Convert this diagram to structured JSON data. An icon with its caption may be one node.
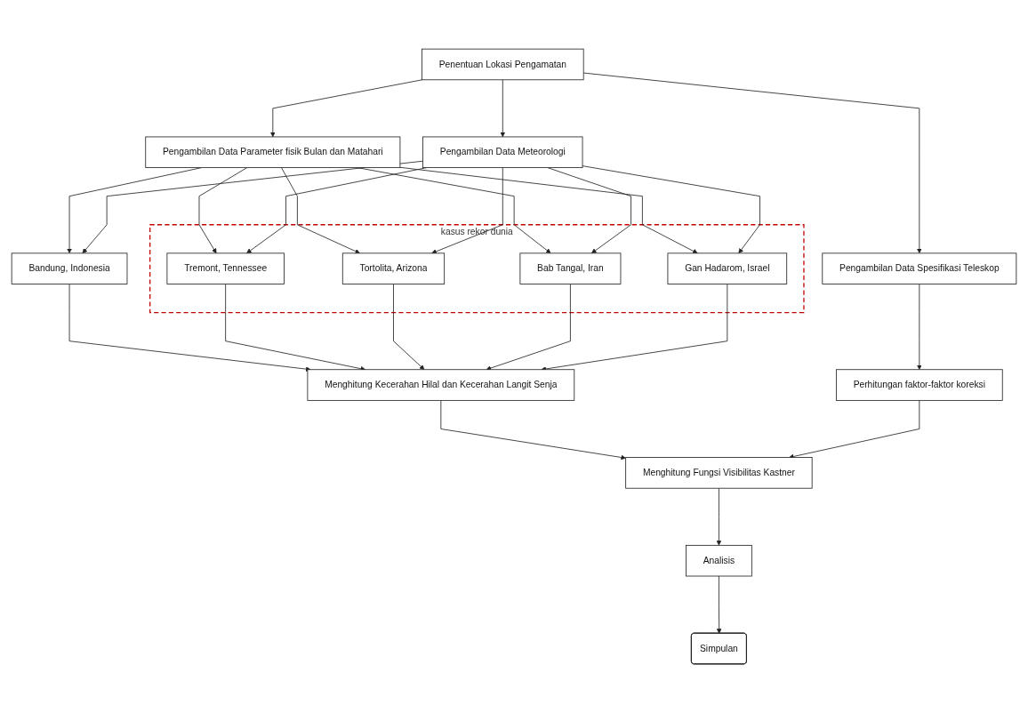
{
  "diagram": {
    "nodes": [
      {
        "text": [
          "Penentuan Lokasi Pengamatan"
        ]
      },
      {
        "text": [
          "Pengambilan Data Parameter fisik Bulan dan Matahari"
        ]
      },
      {
        "text": [
          "Pengambilan Data Meteorologi"
        ]
      },
      {
        "text": [
          "Pengambilan Data Spesifikasi Teleskop"
        ]
      },
      {
        "text": [
          "Bandung, Indonesia"
        ]
      },
      {
        "text": [
          "kasus rekor dunia"
        ]
      },
      {
        "text": [
          "Tremont, Tennessee"
        ],
        "in": 5
      },
      {
        "text": [
          "Tortolita, Arizona"
        ],
        "in": 5
      },
      {
        "text": [
          "Bab Tangal, Iran"
        ],
        "in": 5
      },
      {
        "text": [
          "Gan Hadarom, Israel"
        ],
        "in": 5
      },
      {
        "text": [
          "Menghitung Kecerahan Hilal dan Kecerahan Langit Senja"
        ]
      },
      {
        "text": [
          "Perhitungan faktor-faktor koreksi"
        ]
      },
      {
        "text": [
          "Menghitung Fungsi Visibilitas Kastner"
        ]
      },
      {
        "text": [
          "Analisis"
        ]
      },
      {
        "text": [
          "Simpulan"
        ]
      }
    ],
    "edges": [
      {
        "from": 0,
        "to": 1,
        "arrow": "to"
      },
      {
        "from": 0,
        "to": 2,
        "arrow": "to"
      },
      {
        "from": 0,
        "to": 3,
        "arrow": "to"
      },
      {
        "from": 1,
        "to": 4,
        "arrow": "to"
      },
      {
        "from": 1,
        "to": 6,
        "arrow": "to"
      },
      {
        "from": 1,
        "to": 7,
        "arrow": "to"
      },
      {
        "from": 1,
        "to": 8,
        "arrow": "to"
      },
      {
        "from": 1,
        "to": 9,
        "arrow": "to"
      },
      {
        "from": 2,
        "to": 4,
        "arrow": "to"
      },
      {
        "from": 2,
        "to": 6,
        "arrow": "to"
      },
      {
        "from": 2,
        "to": 7,
        "arrow": "to"
      },
      {
        "from": 2,
        "to": 8,
        "arrow": "to"
      },
      {
        "from": 2,
        "to": 9,
        "arrow": "to"
      },
      {
        "from": 4,
        "to": 10,
        "arrow": "to"
      },
      {
        "from": 6,
        "to": 10,
        "arrow": "to"
      },
      {
        "from": 7,
        "to": 10,
        "arrow": "to"
      },
      {
        "from": 8,
        "to": 10,
        "arrow": "to"
      },
      {
        "from": 9,
        "to": 10,
        "arrow": "to"
      },
      {
        "from": 3,
        "to": 11,
        "arrow": "to"
      },
      {
        "from": 10,
        "to": 12,
        "arrow": "to"
      },
      {
        "from": 11,
        "to": 12,
        "arrow": "to"
      },
      {
        "from": 12,
        "to": 13,
        "arrow": "to"
      },
      {
        "from": 13,
        "to": 14,
        "arrow": "to"
      }
    ]
  }
}
